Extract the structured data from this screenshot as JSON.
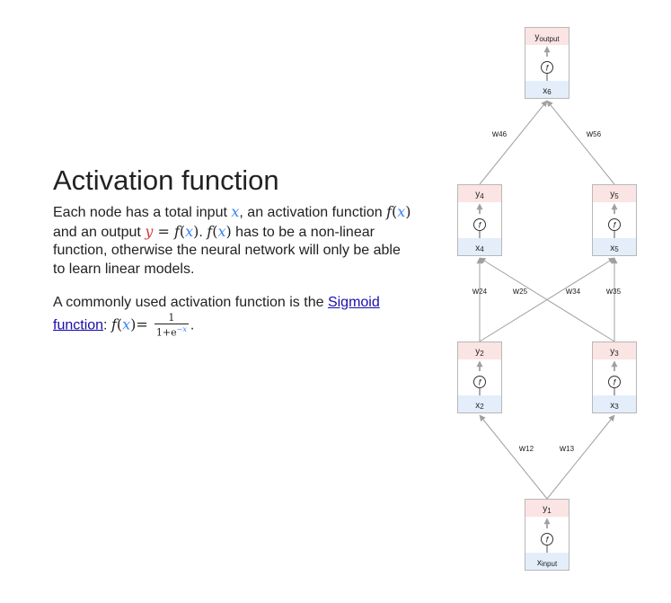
{
  "text": {
    "heading": "Activation function",
    "p1_a": "Each node has a total input ",
    "p1_x": "x",
    "p1_b": ", an activation function ",
    "p1_f1": "f",
    "p1_x2": "x",
    "p1_c": " and an output ",
    "p1_y": "y",
    "p1_eq": " = ",
    "p1_f2": "f",
    "p1_x3": "x",
    "p1_d": ". ",
    "p1_f3": "f",
    "p1_x4": "x",
    "p1_e": " has to be a non-linear function, otherwise the neural network will only be able to learn linear models.",
    "p2_a": "A commonly used activation function is the ",
    "p2_link": "Sigmoid function",
    "p2_colon": ": ",
    "p2_f": "f",
    "p2_x": "x",
    "p2_eq": "= ",
    "frac_num": "1",
    "frac_den_base": "1+e",
    "frac_den_exp": "−x",
    "p2_end": "."
  },
  "diagram": {
    "node_symbol": "f",
    "nodes": [
      {
        "id": "n6",
        "y_label": "y",
        "y_sub": "output",
        "x_label": "x",
        "x_sub": "6"
      },
      {
        "id": "n4",
        "y_label": "y",
        "y_sub": "4",
        "x_label": "x",
        "x_sub": "4"
      },
      {
        "id": "n5",
        "y_label": "y",
        "y_sub": "5",
        "x_label": "x",
        "x_sub": "5"
      },
      {
        "id": "n2",
        "y_label": "y",
        "y_sub": "2",
        "x_label": "x",
        "x_sub": "2"
      },
      {
        "id": "n3",
        "y_label": "y",
        "y_sub": "3",
        "x_label": "x",
        "x_sub": "3"
      },
      {
        "id": "n1",
        "y_label": "y",
        "y_sub": "1",
        "x_label": "x",
        "x_sub": "input"
      }
    ],
    "weights": [
      {
        "id": "w46",
        "label": "w",
        "sub": "46"
      },
      {
        "id": "w56",
        "label": "w",
        "sub": "56"
      },
      {
        "id": "w24",
        "label": "w",
        "sub": "24"
      },
      {
        "id": "w25",
        "label": "w",
        "sub": "25"
      },
      {
        "id": "w34",
        "label": "w",
        "sub": "34"
      },
      {
        "id": "w35",
        "label": "w",
        "sub": "35"
      },
      {
        "id": "w12",
        "label": "w",
        "sub": "12"
      },
      {
        "id": "w13",
        "label": "w",
        "sub": "13"
      }
    ],
    "colors": {
      "y_band": "#fbe4e4",
      "x_band": "#e3eefa",
      "border": "#b8b8b8",
      "edge": "#a0a0a0"
    }
  }
}
